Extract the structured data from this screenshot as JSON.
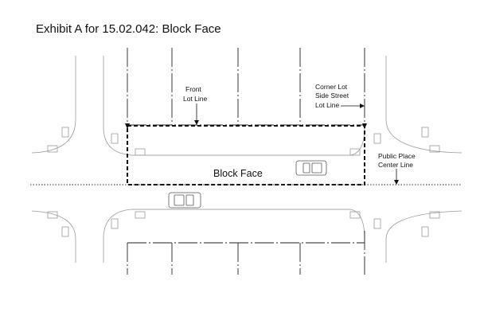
{
  "title": "Exhibit A for 15.02.042: Block Face",
  "labels": {
    "front_lot_line": [
      "Front",
      "Lot Line"
    ],
    "corner_lot": [
      "Corner Lot",
      "Side Street",
      "Lot Line"
    ],
    "block_face": "Block Face",
    "public_place": [
      "Public Place",
      "Center Line"
    ]
  },
  "colors": {
    "line": "#222222",
    "curb": "#999999",
    "background": "#ffffff"
  }
}
